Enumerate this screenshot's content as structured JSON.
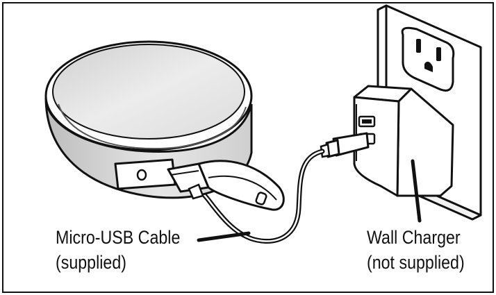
{
  "labels": {
    "cable_line1": "Micro-USB Cable",
    "cable_line2": "(supplied)",
    "charger_line1": "Wall Charger",
    "charger_line2": "(not supplied)"
  },
  "colors": {
    "ink": "#111111",
    "background": "#ffffff"
  },
  "icons": [
    "speaker-device",
    "micro-usb-cable",
    "usb-plug",
    "wall-charger",
    "wall-outlet"
  ]
}
